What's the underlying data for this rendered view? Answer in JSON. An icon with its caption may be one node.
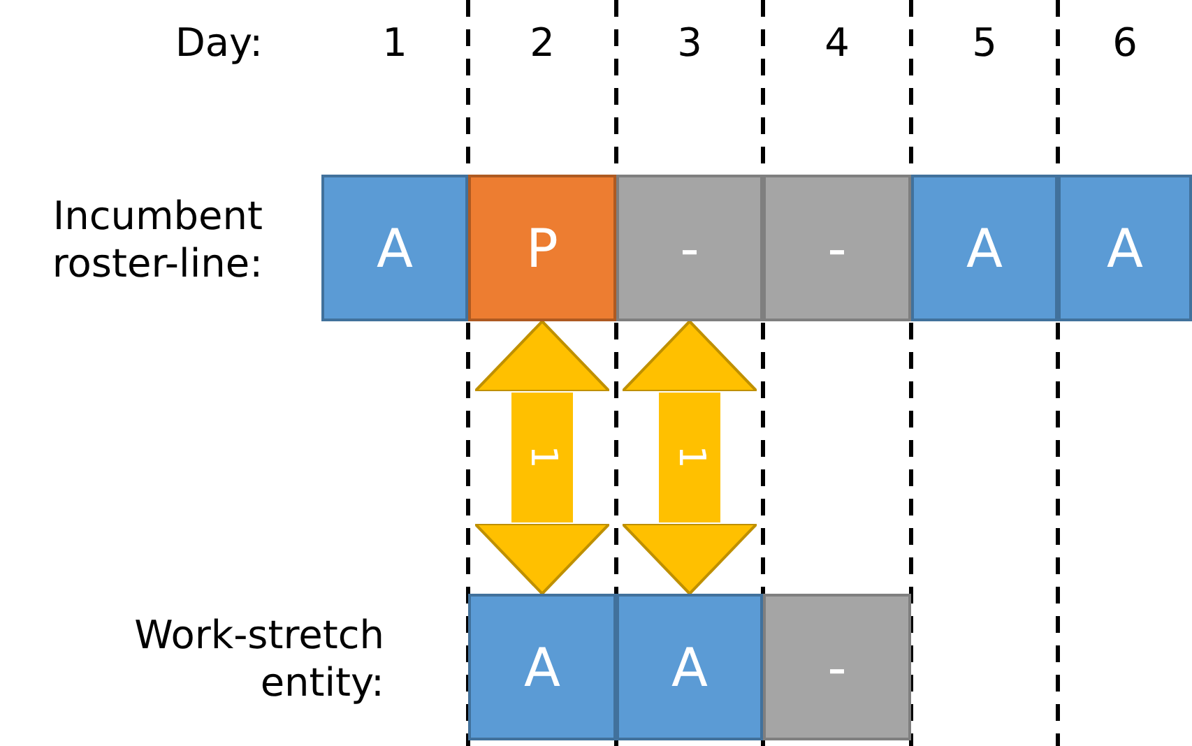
{
  "diagram": {
    "nodes": [
      {
        "text": [
          "A"
        ]
      },
      {
        "text": [
          "P"
        ]
      },
      {
        "text": [
          "-"
        ]
      },
      {
        "text": [
          "-"
        ]
      },
      {
        "text": [
          "A"
        ]
      },
      {
        "text": [
          "A"
        ]
      },
      {
        "text": [
          "A"
        ]
      },
      {
        "text": [
          "A"
        ]
      },
      {
        "text": [
          "-"
        ]
      }
    ],
    "edges": [
      {
        "from": 1,
        "to": 6,
        "arrow": "both",
        "label": "1",
        "color": "#ffc000"
      },
      {
        "from": 2,
        "to": 7,
        "arrow": "both",
        "label": "1",
        "color": "#ffc000"
      }
    ],
    "labels": [
      "Day:",
      "1",
      "2",
      "3",
      "4",
      "5",
      "6",
      "Incumbent roster-line:",
      "Work-stretch entity:"
    ]
  }
}
